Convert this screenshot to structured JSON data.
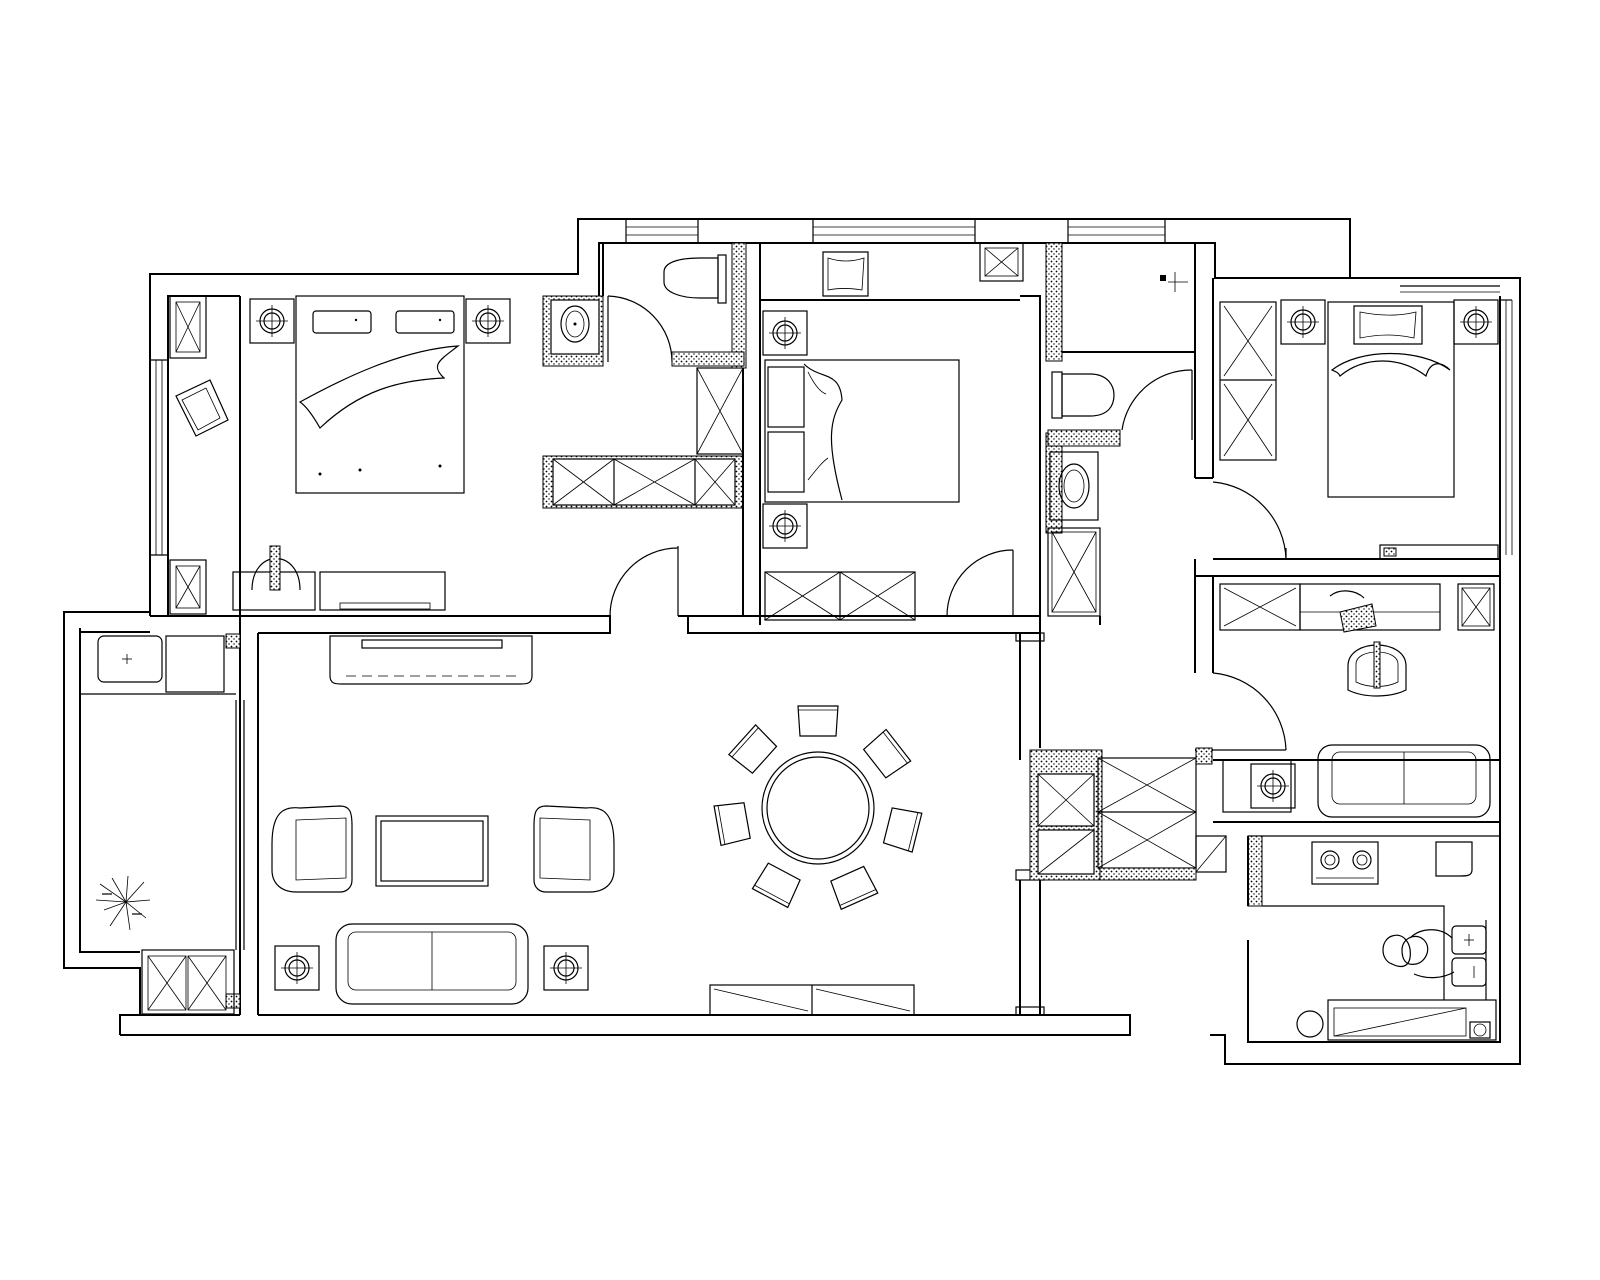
{
  "drawing": {
    "kind": "floor-plan",
    "style": "black line drawing on white",
    "line_color": "#000000",
    "background_color": "#ffffff",
    "text_labels": []
  },
  "rooms": [
    {
      "id": "master-bedroom",
      "furniture": [
        "double-bed",
        "nightstand",
        "nightstand",
        "armchair",
        "wardrobe",
        "desk",
        "chair",
        "tv-cabinet"
      ]
    },
    {
      "id": "master-bathroom",
      "furniture": [
        "toilet",
        "basin",
        "shower"
      ]
    },
    {
      "id": "second-bedroom",
      "furniture": [
        "double-bed",
        "nightstand",
        "nightstand",
        "wardrobe",
        "armchair",
        "cabinet"
      ]
    },
    {
      "id": "common-bathroom",
      "furniture": [
        "toilet",
        "basin",
        "shower",
        "cabinet"
      ]
    },
    {
      "id": "third-bedroom",
      "furniture": [
        "double-bed",
        "nightstand",
        "nightstand",
        "wardrobe",
        "desk",
        "chair"
      ]
    },
    {
      "id": "living-room",
      "furniture": [
        "sofa",
        "armchair",
        "armchair",
        "coffee-table",
        "side-table",
        "side-table",
        "tv-cabinet",
        "cabinet"
      ]
    },
    {
      "id": "dining-area",
      "furniture": [
        "round-table",
        "chair",
        "chair",
        "chair",
        "chair",
        "chair",
        "chair",
        "chair",
        "cabinet"
      ]
    },
    {
      "id": "study",
      "furniture": [
        "sofa",
        "side-table",
        "cabinet"
      ]
    },
    {
      "id": "kitchen",
      "furniture": [
        "stove",
        "sink",
        "fridge",
        "counter",
        "cook"
      ]
    },
    {
      "id": "balcony",
      "furniture": [
        "washing-machine",
        "plant",
        "cabinet"
      ]
    }
  ],
  "icons": {
    "door": "door-swing-icon",
    "window": "window-icon",
    "bed": "bed-icon",
    "chair": "chair-icon",
    "sofa": "sofa-icon",
    "lamp": "lamp-icon",
    "toilet": "toilet-icon",
    "basin": "basin-icon",
    "stove": "stove-icon",
    "sink": "sink-icon",
    "plant": "plant-icon",
    "person": "person-icon",
    "cabinet": "cabinet-icon"
  }
}
